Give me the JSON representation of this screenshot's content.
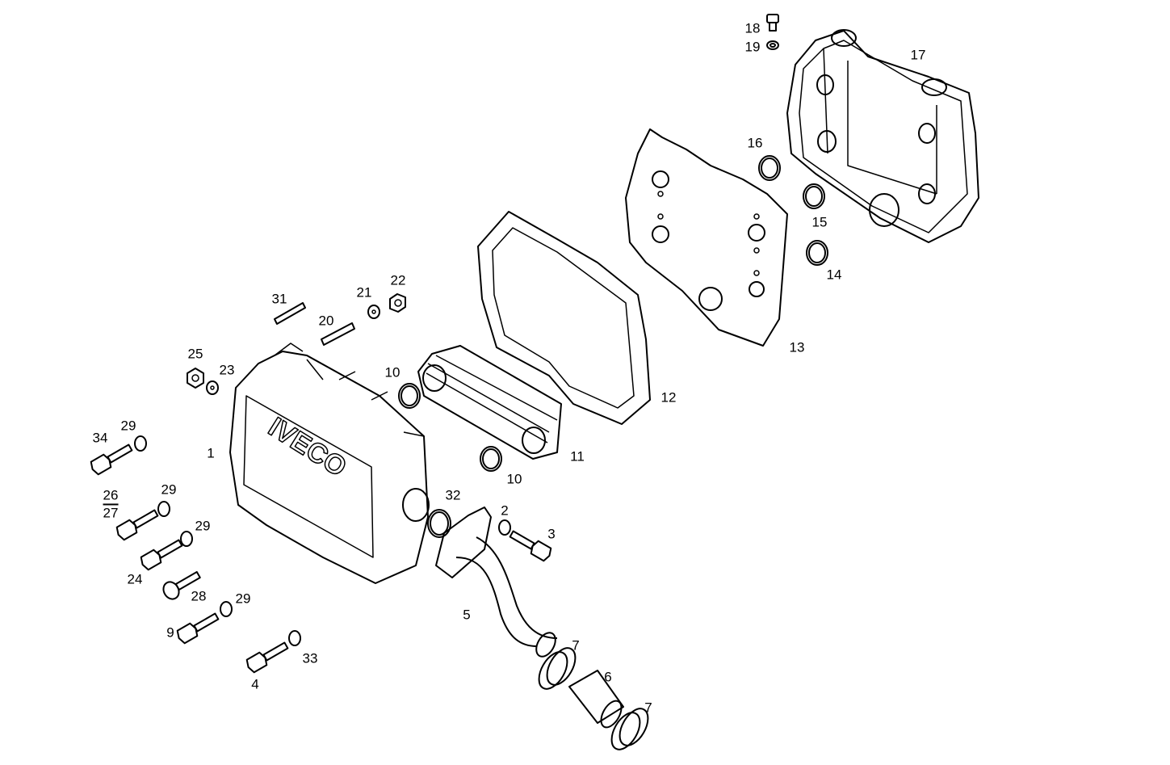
{
  "diagram": {
    "logo_text": "IVECO",
    "labels": [
      "18",
      "19",
      "17",
      "16",
      "15",
      "14",
      "13",
      "12",
      "11",
      "10",
      "10",
      "31",
      "21",
      "22",
      "20",
      "25",
      "23",
      "1",
      "34",
      "29",
      "26",
      "27",
      "29",
      "29",
      "24",
      "28",
      "29",
      "9",
      "33",
      "4",
      "32",
      "2",
      "3",
      "5",
      "7",
      "6",
      "7"
    ]
  }
}
